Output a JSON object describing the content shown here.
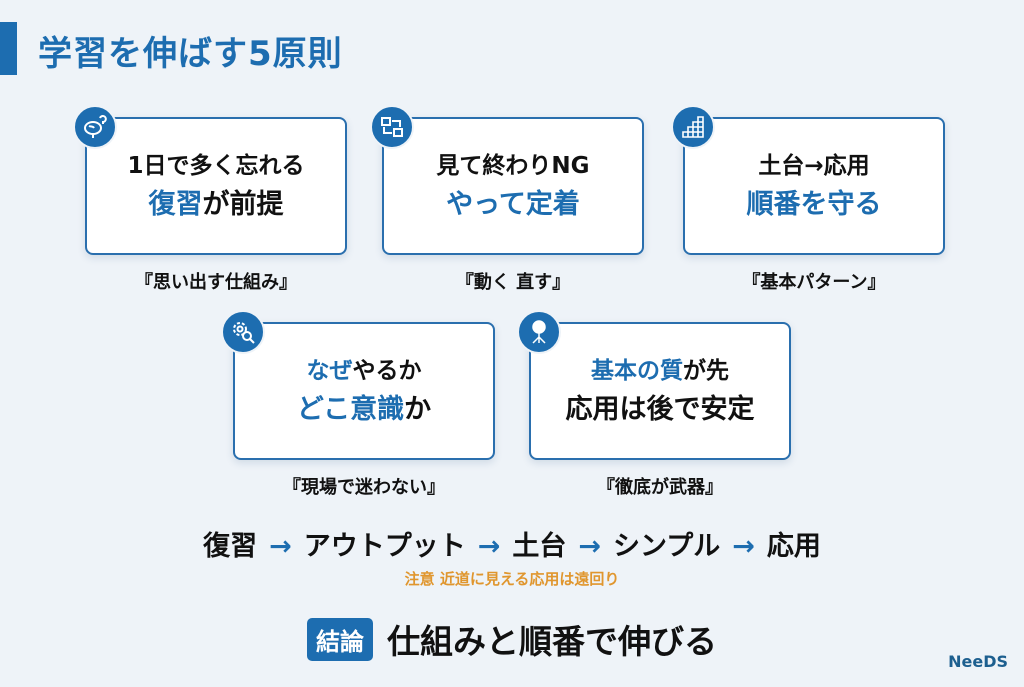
{
  "title": "学習を伸ばす5原則",
  "cards": [
    {
      "icon": "brain-question-icon",
      "line1": [
        {
          "t": "1日で多く忘れる",
          "blue": false
        }
      ],
      "line2": [
        {
          "t": "復習",
          "blue": true
        },
        {
          "t": "が前提",
          "blue": false
        }
      ],
      "caption": "『思い出す仕組み』"
    },
    {
      "icon": "cycle-arrows-icon",
      "line1": [
        {
          "t": "見て終わりNG",
          "blue": false
        }
      ],
      "line2": [
        {
          "t": "やって定着",
          "blue": true
        }
      ],
      "caption": "『動く 直す』"
    },
    {
      "icon": "stairs-grid-icon",
      "line1": [
        {
          "t": "土台→応用",
          "blue": false
        }
      ],
      "line2": [
        {
          "t": "順番を守る",
          "blue": true
        }
      ],
      "caption": "『基本パターン』"
    },
    {
      "icon": "gear-search-icon",
      "line1": [
        {
          "t": "なぜ",
          "blue": true
        },
        {
          "t": "やるか",
          "blue": false
        }
      ],
      "line2": [
        {
          "t": "どこ意識",
          "blue": true
        },
        {
          "t": "か",
          "blue": false
        }
      ],
      "caption": "『現場で迷わない』"
    },
    {
      "icon": "tree-roots-icon",
      "line1": [
        {
          "t": "基本の質",
          "blue": true
        },
        {
          "t": "が先",
          "blue": false
        }
      ],
      "line2": [
        {
          "t": "応用は後で安定",
          "blue": false
        }
      ],
      "caption": "『徹底が武器』"
    }
  ],
  "flow": [
    "復習",
    "アウトプット",
    "土台",
    "シンプル",
    "応用"
  ],
  "flow_arrow": "→",
  "note": "注意  近道に見える応用は遠回り",
  "conclusion": {
    "badge": "結論",
    "text": "仕組みと順番で伸びる"
  },
  "logo": "NeeDS"
}
